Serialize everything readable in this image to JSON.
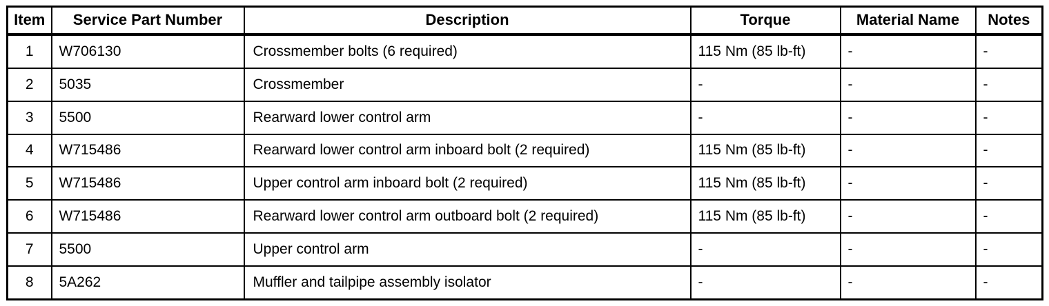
{
  "table": {
    "columns": {
      "item": "Item",
      "part": "Service Part Number",
      "desc": "Description",
      "torque": "Torque",
      "material": "Material Name",
      "notes": "Notes"
    },
    "rows": [
      {
        "item": "1",
        "part": "W706130",
        "desc": "Crossmember bolts (6 required)",
        "torque": "115 Nm (85 lb-ft)",
        "material": "-",
        "notes": "-"
      },
      {
        "item": "2",
        "part": "5035",
        "desc": "Crossmember",
        "torque": "-",
        "material": "-",
        "notes": "-"
      },
      {
        "item": "3",
        "part": "5500",
        "desc": "Rearward lower control arm",
        "torque": "-",
        "material": "-",
        "notes": "-"
      },
      {
        "item": "4",
        "part": "W715486",
        "desc": "Rearward lower control arm inboard bolt (2 required)",
        "torque": "115 Nm (85 lb-ft)",
        "material": "-",
        "notes": "-"
      },
      {
        "item": "5",
        "part": "W715486",
        "desc": "Upper control arm inboard bolt (2 required)",
        "torque": "115 Nm (85 lb-ft)",
        "material": "-",
        "notes": "-"
      },
      {
        "item": "6",
        "part": "W715486",
        "desc": "Rearward lower control arm outboard bolt (2 required)",
        "torque": "115 Nm (85 lb-ft)",
        "material": "-",
        "notes": "-"
      },
      {
        "item": "7",
        "part": "5500",
        "desc": "Upper control arm",
        "torque": "-",
        "material": "-",
        "notes": "-"
      },
      {
        "item": "8",
        "part": "5A262",
        "desc": "Muffler and tailpipe assembly isolator",
        "torque": "-",
        "material": "-",
        "notes": "-"
      }
    ]
  }
}
